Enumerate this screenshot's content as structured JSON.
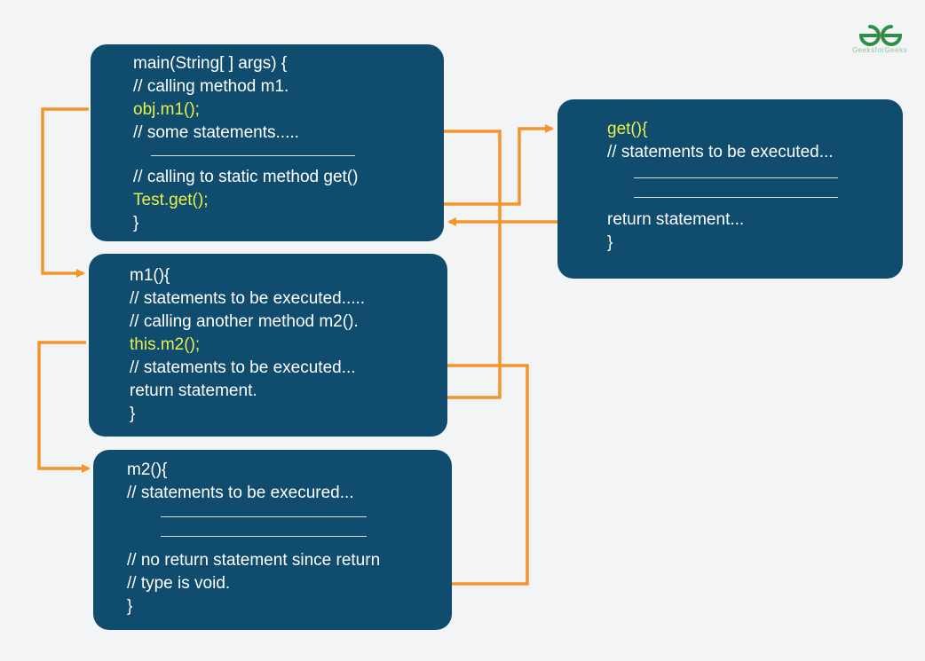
{
  "main_box": {
    "lines": [
      "main(String[ ] args) {",
      "// calling method m1.",
      "obj.m1();",
      "// some statements.....",
      "// calling to static method get()",
      "Test.get();",
      "}"
    ]
  },
  "get_box": {
    "lines": [
      "get(){",
      "// statements to be executed...",
      "return statement...",
      "}"
    ]
  },
  "m1_box": {
    "lines": [
      "m1(){",
      "// statements to be executed.....",
      "// calling another method m2().",
      "this.m2();",
      "// statements to be executed...",
      "return statement.",
      "}"
    ]
  },
  "m2_box": {
    "lines": [
      "m2(){",
      "// statements to be execured...",
      "// no return statement since return",
      "// type is void.",
      "}"
    ]
  },
  "colors": {
    "box": "#0f4c6e",
    "arrow": "#f2962c",
    "highlight": "#e9f04a",
    "logo": "#2f8d46"
  },
  "logo": {
    "icon": "geeksforgeeks-logo-icon",
    "text": "GeeksforGeeks"
  }
}
